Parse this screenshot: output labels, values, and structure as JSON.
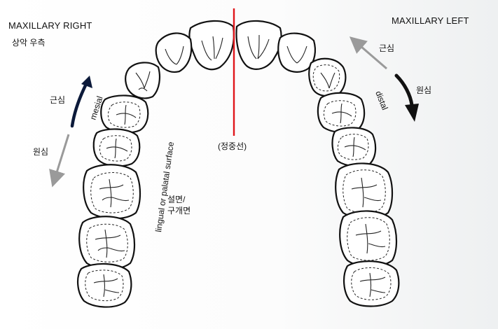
{
  "labels": {
    "maxillary_right": "MAXILLARY RIGHT",
    "maxillary_right_ko": "상악 우측",
    "maxillary_left": "MAXILLARY LEFT",
    "midline_ko": "(정중선)",
    "mesial": "mesial",
    "distal": "distal",
    "mesial_ko_left": "근심",
    "distal_ko_left": "원심",
    "mesial_ko_right": "근심",
    "distal_ko_right": "원심",
    "lingual_surface": "lingual or palatal surface",
    "lingual_ko_line1": "설면/",
    "lingual_ko_line2": "구개면"
  },
  "colors": {
    "midline": "#e0161b",
    "mesial_arrow": "#0c1a3a",
    "distal_arrow": "#111111",
    "gray_arrow": "#9a9a9a"
  }
}
